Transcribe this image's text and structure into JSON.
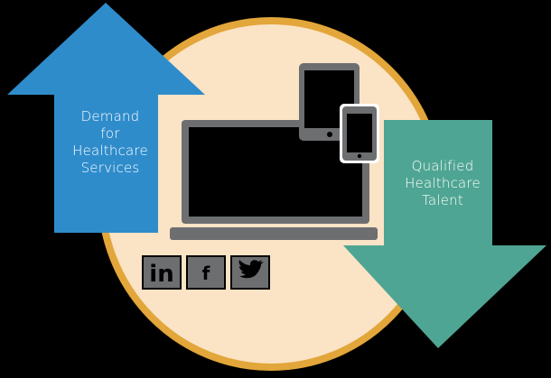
{
  "labels": {
    "demand": [
      "Demand",
      "for",
      "Healthcare",
      "Services"
    ],
    "talent": [
      "Qualified",
      "Healthcare",
      "Talent"
    ]
  },
  "social": {
    "linkedin": "in",
    "facebook": "f"
  },
  "icons": {
    "demand_arrow": "up-arrow-icon",
    "talent_arrow": "down-arrow-icon",
    "laptop": "laptop-icon",
    "tablet": "tablet-icon",
    "phone": "phone-icon",
    "linkedin": "linkedin-icon",
    "facebook": "facebook-icon",
    "twitter": "twitter-bird-icon"
  },
  "colors": {
    "background": "#000000",
    "circle": "#fbe3c6",
    "circle_border": "#e2a63a",
    "demand_arrow": "#2f8ccb",
    "talent_arrow": "#4fa593",
    "device": "#6d6e70",
    "device_screen": "#000000",
    "social_tile": "#6d6e70"
  }
}
